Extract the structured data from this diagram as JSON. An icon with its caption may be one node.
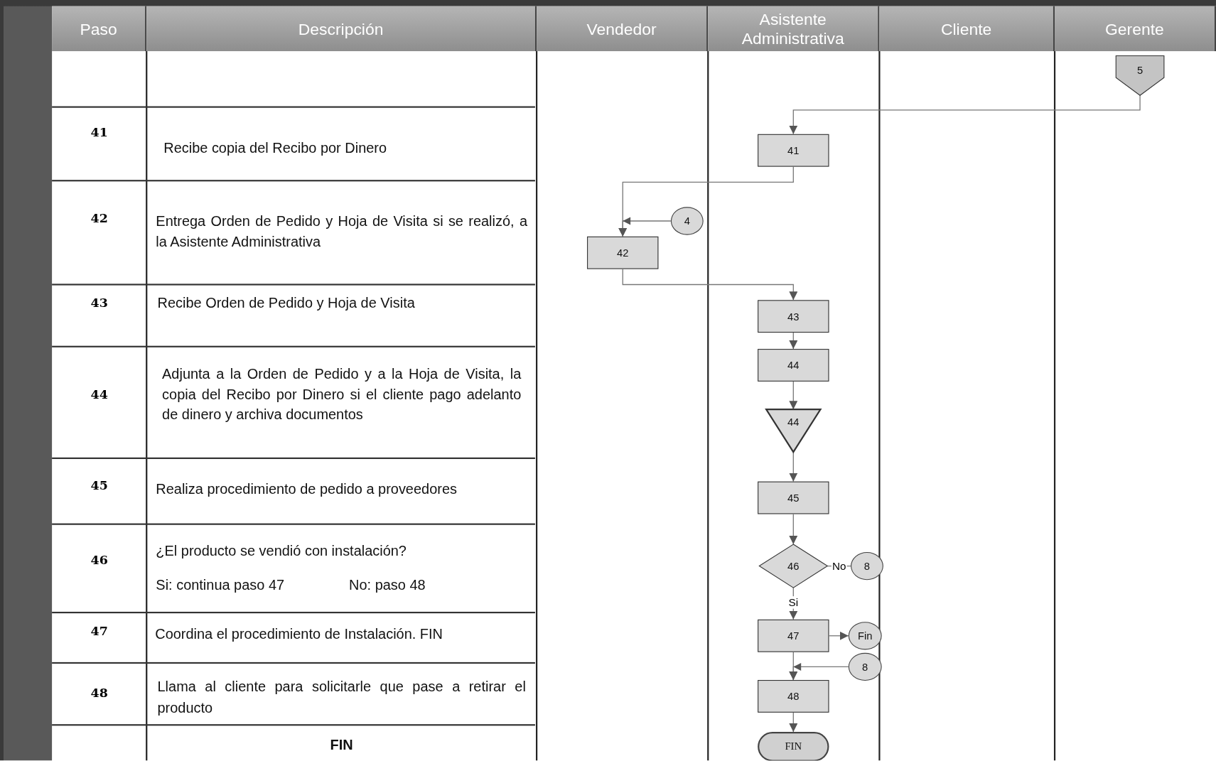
{
  "diagram": {
    "nodes": [
      {
        "text": [
          "5"
        ]
      },
      {
        "text": [
          "41"
        ]
      },
      {
        "text": [
          "4"
        ]
      },
      {
        "text": [
          "42"
        ]
      },
      {
        "text": [
          "43"
        ]
      },
      {
        "text": [
          "44"
        ]
      },
      {
        "text": [
          "44"
        ]
      },
      {
        "text": [
          "45"
        ]
      },
      {
        "text": [
          "46"
        ]
      },
      {
        "text": [
          "8"
        ]
      },
      {
        "text": [
          "47"
        ]
      },
      {
        "text": [
          "Fin"
        ]
      },
      {
        "text": [
          "8"
        ]
      },
      {
        "text": [
          "48"
        ]
      },
      {
        "text": [
          "FIN"
        ]
      }
    ],
    "edges": [
      {
        "from": 0,
        "to": 1,
        "arrow": "to"
      },
      {
        "from": 1,
        "to": 3,
        "arrow": "to"
      },
      {
        "from": 2,
        "to": 3,
        "arrow": "to"
      },
      {
        "from": 3,
        "to": 4,
        "arrow": "to"
      },
      {
        "from": 4,
        "to": 5,
        "arrow": "to"
      },
      {
        "from": 5,
        "to": 6,
        "arrow": "to"
      },
      {
        "from": 6,
        "to": 7,
        "arrow": "to"
      },
      {
        "from": 7,
        "to": 8,
        "arrow": "to"
      },
      {
        "from": 8,
        "to": 9,
        "arrow": "none",
        "label": "No"
      },
      {
        "from": 8,
        "to": 10,
        "arrow": "to",
        "label": "Si"
      },
      {
        "from": 10,
        "to": 11,
        "arrow": "to"
      },
      {
        "from": 10,
        "to": 13,
        "arrow": "to"
      },
      {
        "from": 12,
        "to": 13,
        "arrow": "to"
      },
      {
        "from": 13,
        "to": 14,
        "arrow": "to"
      }
    ],
    "labels": [
      "Paso",
      "Descripción",
      "Vendedor",
      "Asistente Administrativa",
      "Cliente",
      "Gerente",
      "41",
      "Recibe copia del Recibo por Dinero",
      "42",
      "Entrega Orden de Pedido y Hoja de Visita si se realizó, a la Asistente Administrativa",
      "43",
      "Recibe Orden de Pedido y Hoja de Visita",
      "44",
      "Adjunta a la Orden de Pedido y a la Hoja de Visita, la copia del Recibo por Dinero si el cliente pago adelanto de dinero y archiva documentos",
      "45",
      "Realiza procedimiento de pedido a proveedores",
      "46",
      "¿El producto se vendió con instalación?",
      "Si: continua paso 47",
      "No: paso 48",
      "47",
      "Coordina el procedimiento de Instalación.  FIN",
      "48",
      "Llama al cliente para solicitarle que pase a retirar el producto",
      "FIN"
    ]
  }
}
